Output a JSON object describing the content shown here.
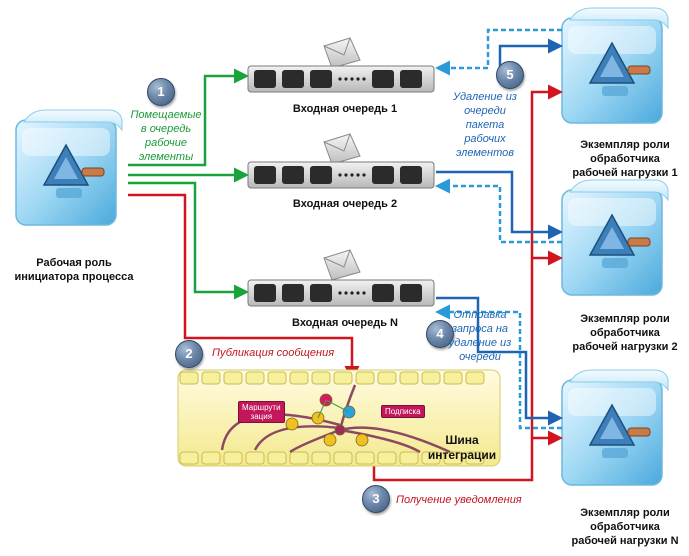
{
  "initiator": {
    "label_line1": "Рабочая роль",
    "label_line2": "инициатора процесса"
  },
  "queues": [
    {
      "label": "Входная очередь 1"
    },
    {
      "label": "Входная очередь 2"
    },
    {
      "label": "Входная очередь N"
    }
  ],
  "workers": [
    {
      "line1": "Экземпляр роли",
      "line2": "обработчика",
      "line3": "рабочей нагрузки 1"
    },
    {
      "line1": "Экземпляр роли",
      "line2": "обработчика",
      "line3": "рабочей нагрузки 2"
    },
    {
      "line1": "Экземпляр роли",
      "line2": "обработчика",
      "line3": "рабочей нагрузки N"
    }
  ],
  "steps": {
    "s1": {
      "number": "1",
      "text": [
        "Помещаемые",
        "в очередь",
        "рабочие",
        "элементы"
      ]
    },
    "s2": {
      "number": "2",
      "text": "Публикация сообщения"
    },
    "s3": {
      "number": "3",
      "text": "Получение уведомления"
    },
    "s4": {
      "number": "4",
      "text": [
        "Отправка",
        "запроса на",
        "удаление из",
        "очереди"
      ]
    },
    "s5": {
      "number": "5",
      "text": [
        "Удаление из",
        "очереди",
        "пакета",
        "рабочих",
        "элементов"
      ]
    }
  },
  "bus": {
    "label_line1": "Шина",
    "label_line2": "интеграции",
    "routing_line1": "Маршрути",
    "routing_line2": "зация",
    "subscription": "Подписка"
  },
  "colors": {
    "green": "#1aa33c",
    "red": "#d2141e",
    "blue": "#1f64b4",
    "bus_fill": "#fbf3b0"
  },
  "icons": [
    "cube-icon",
    "envelope-icon",
    "queue-icon",
    "integration-bus"
  ]
}
